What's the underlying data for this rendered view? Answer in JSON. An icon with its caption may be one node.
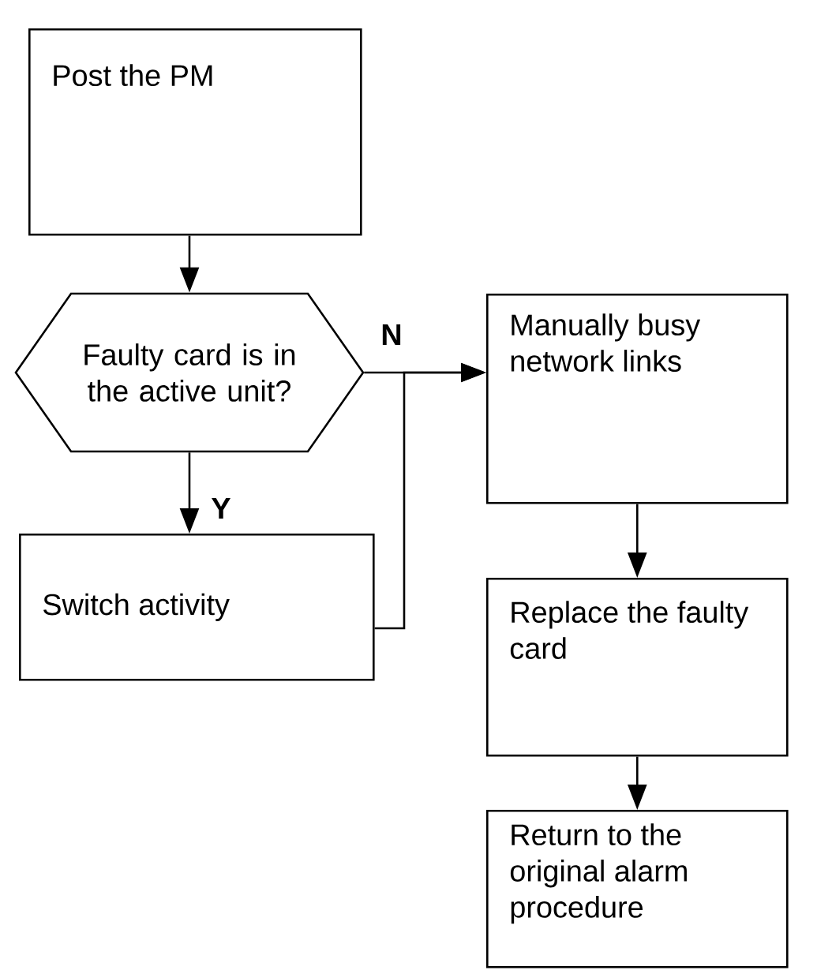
{
  "diagram": {
    "nodes": [
      {
        "text": [
          "Post the PM"
        ]
      },
      {
        "text": [
          "Faulty card is in the active unit?"
        ]
      },
      {
        "text": [
          "Switch activity"
        ]
      },
      {
        "text": [
          "Manually busy network links"
        ]
      },
      {
        "text": [
          "Replace the faulty card"
        ]
      },
      {
        "text": [
          "Return to the original alarm procedure"
        ]
      }
    ],
    "edges": [
      {
        "from": 0,
        "to": 1,
        "arrow": "to"
      },
      {
        "from": 1,
        "to": 2,
        "arrow": "to",
        "label": "Y"
      },
      {
        "from": 1,
        "to": 3,
        "arrow": "to",
        "label": "N"
      },
      {
        "from": 2,
        "to": 3,
        "arrow": "to"
      },
      {
        "from": 3,
        "to": 4,
        "arrow": "to"
      },
      {
        "from": 4,
        "to": 5,
        "arrow": "to"
      }
    ]
  }
}
